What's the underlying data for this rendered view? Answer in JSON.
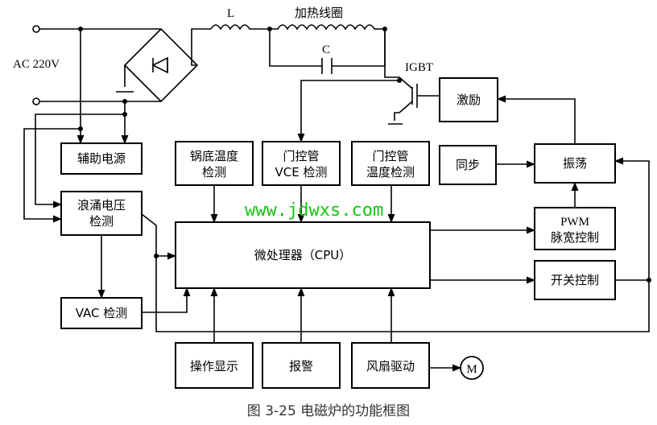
{
  "source_labels": {
    "ac": "AC 220V",
    "inductor": "L",
    "coil": "加热线圈",
    "capacitor": "C",
    "igbt": "IGBT"
  },
  "blocks": {
    "aux_power": "辅助电源",
    "surge_line1": "浪涌电压",
    "surge_line2": "检测",
    "vac": "VAC 检测",
    "pot_temp_line1": "锅底温度",
    "pot_temp_line2": "检测",
    "vce_line1": "门控管",
    "vce_line2": "VCE 检测",
    "gate_temp_line1": "门控管",
    "gate_temp_line2": "温度检测",
    "sync": "同步",
    "oscillator": "振荡",
    "excite": "激励",
    "pwm_line1": "PWM",
    "pwm_line2": "脉宽控制",
    "switch_ctrl": "开关控制",
    "cpu": "微处理器（CPU）",
    "display": "操作显示",
    "alarm": "报警",
    "fan": "风扇驱动",
    "motor": "M"
  },
  "watermark": "www.jdwxs.com",
  "caption": "图 3-25    电磁炉的功能框图"
}
